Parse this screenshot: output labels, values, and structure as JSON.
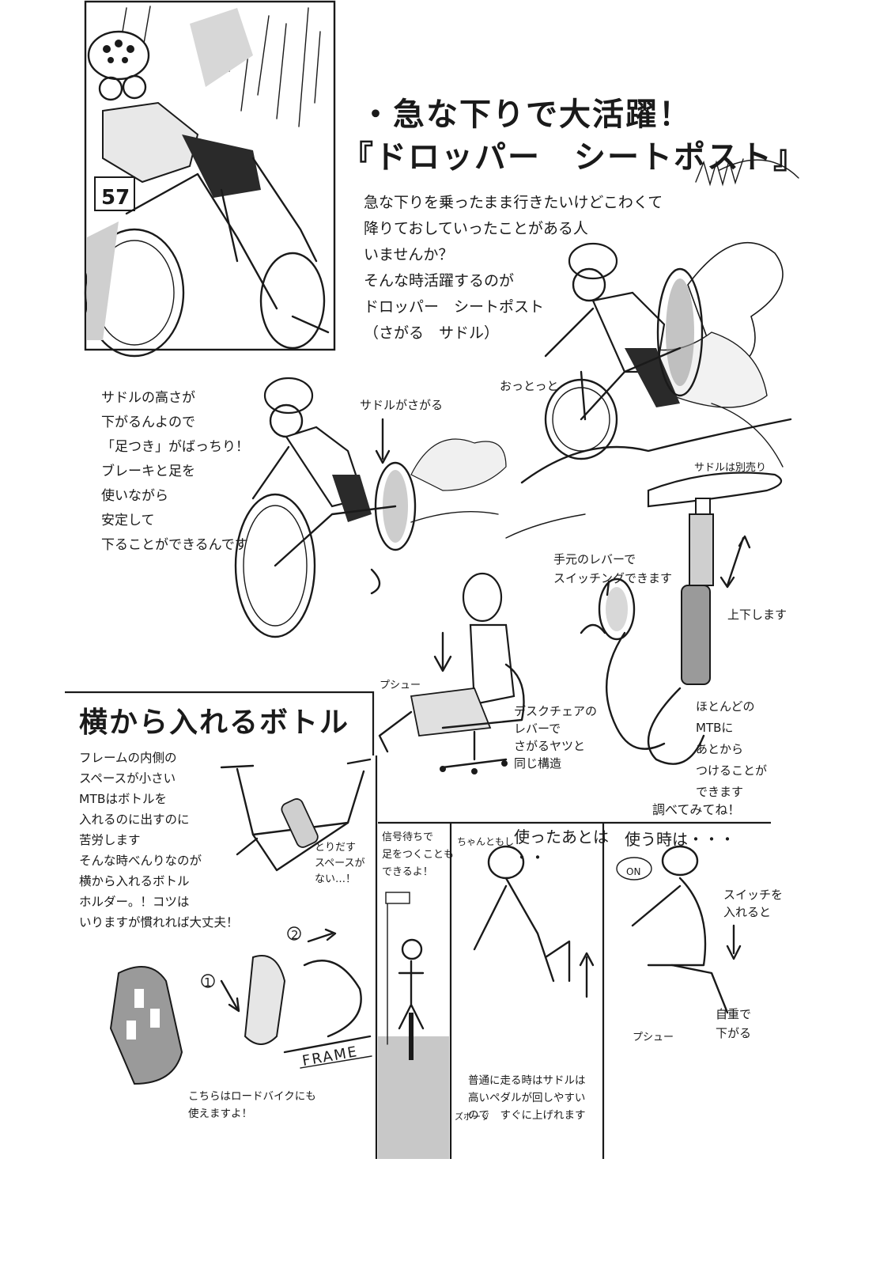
{
  "topic": {
    "title_line1": "・急な下りで大活躍！",
    "title_line2": "『ドロッパー　シートポスト』",
    "intro": "急な下りを乗ったまま行きたいけどこわくて\n降りておしていったことがある人\nいませんか？\nそんな時活躍するのが\nドロッパー　シートポスト\n（さがる　サドル）"
  },
  "dropper_notes": {
    "oops": "おっとっと",
    "saddle_down_label": "サドルがさがる",
    "explanation": "サドルの高さが\n下がるんよので\n「足つき」がばっちり！\nブレーキと足を\n使いながら\n安定して\n下ることができるんです",
    "saddle_sold_separately": "サドルは別売り",
    "lever_note": "手元のレバーで\nスイッチングできます",
    "up_down": "上下します",
    "psh": "プシュー",
    "desk_chair": "デスクチェアの\nレバーで\nさがるヤツと\n同じ構造",
    "mtb_retrofit": "ほとんどの\nMTBに\nあとから\nつけることが\nできます",
    "check_it": "調べてみてね！"
  },
  "bottle_section": {
    "title": "横から入れるボトル",
    "body": "フレームの内側の\nスペースが小さい\nMTBはボトルを\n入れるのに出すのに\n苦労します\nそんな時べんりなのが\n横から入れるボトル\nホルダー。！コツは\nいりますが慣れれば大丈夫！",
    "no_space": "とりだす\nスペースが\nない…！",
    "step1": "1",
    "step2": "2",
    "frame_label": "FRAME",
    "road_bike": "こちらはロードバイクにも\n使えますよ！"
  },
  "panels": {
    "p1_text": "信号待ちで\n足をつくことも\nできるよ！",
    "p2_head": "ちゃんともし",
    "p2_title": "使ったあとは\n・・",
    "p2_bottom": "普通に走る時はサドルは\n高いペダルが回しやすい\nので　すぐに上げれます",
    "p2_sfx": "ズボーッ",
    "p3_title": "使う時は・・・",
    "p3_on": "ON",
    "p3_switch": "スイッチを\n入れると",
    "p3_auto": "自重で\n下がる",
    "p3_psh": "プシュー"
  }
}
